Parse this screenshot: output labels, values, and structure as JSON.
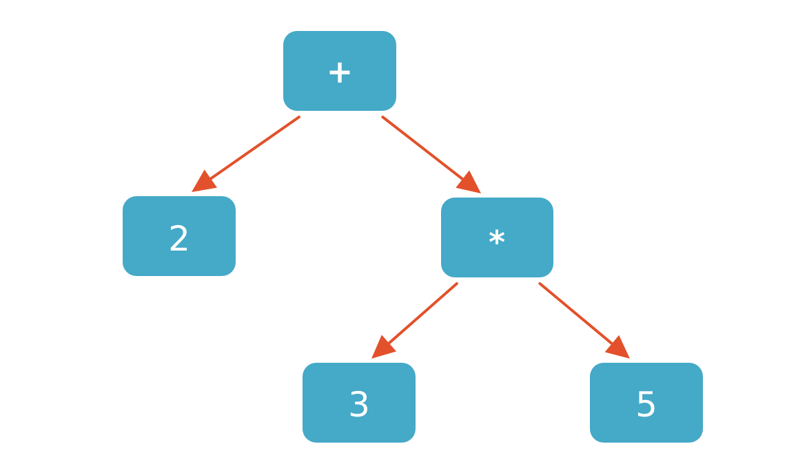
{
  "colors": {
    "node_fill": "#45a9c8",
    "node_text": "#ffffff",
    "edge": "#e2512b",
    "background": "#ffffff"
  },
  "nodes": [
    {
      "id": "plus",
      "label": "+",
      "kind": "op"
    },
    {
      "id": "two",
      "label": "2",
      "kind": "num"
    },
    {
      "id": "times",
      "label": "*",
      "kind": "op"
    },
    {
      "id": "three",
      "label": "3",
      "kind": "num"
    },
    {
      "id": "five",
      "label": "5",
      "kind": "num"
    }
  ],
  "edges": [
    {
      "from": "plus",
      "to": "two"
    },
    {
      "from": "plus",
      "to": "times"
    },
    {
      "from": "times",
      "to": "three"
    },
    {
      "from": "times",
      "to": "five"
    }
  ]
}
